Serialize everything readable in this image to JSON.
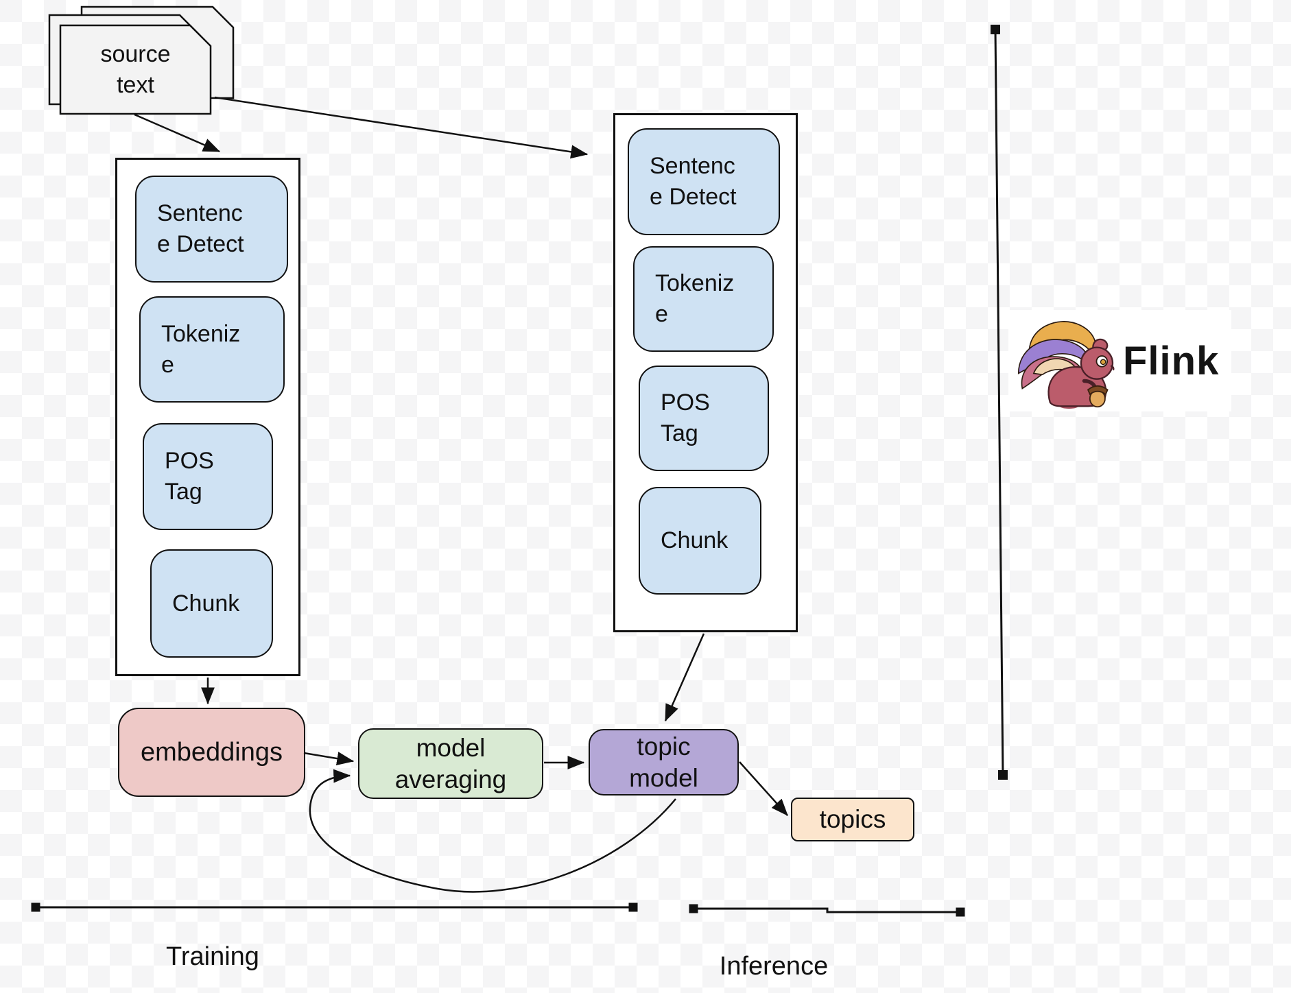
{
  "colors": {
    "step_fill": "#cfe2f3",
    "embeddings_fill": "#eec9c7",
    "model_averaging_fill": "#d9ead3",
    "topic_model_fill": "#b4a7d6",
    "topics_fill": "#fce5cd",
    "document_fill": "#f3f3f3",
    "container_fill": "#ffffff",
    "stroke": "#111111",
    "checker_gray": "#f5f5f6",
    "checker_white": "#ffffff"
  },
  "source_doc": {
    "lines": [
      "source",
      "text"
    ]
  },
  "pipelines": [
    {
      "name": "Training",
      "steps": [
        {
          "lines": [
            "Sentenc",
            "e Detect"
          ]
        },
        {
          "lines": [
            "Tokeniz",
            "e"
          ]
        },
        {
          "lines": [
            "POS",
            "Tag"
          ]
        },
        {
          "lines": [
            "Chunk"
          ]
        }
      ]
    },
    {
      "name": "Inference",
      "steps": [
        {
          "lines": [
            "Sentenc",
            "e Detect"
          ]
        },
        {
          "lines": [
            "Tokeniz",
            "e"
          ]
        },
        {
          "lines": [
            "POS",
            "Tag"
          ]
        },
        {
          "lines": [
            "Chunk"
          ]
        }
      ]
    }
  ],
  "nodes": {
    "embeddings": {
      "label": "embeddings"
    },
    "model_averaging": {
      "lines": [
        "model",
        "averaging"
      ]
    },
    "topic_model": {
      "lines": [
        "topic",
        "model"
      ]
    },
    "topics": {
      "label": "topics"
    }
  },
  "section_labels": {
    "training": "Training",
    "inference": "Inference"
  },
  "logo": {
    "label": "Flink"
  }
}
